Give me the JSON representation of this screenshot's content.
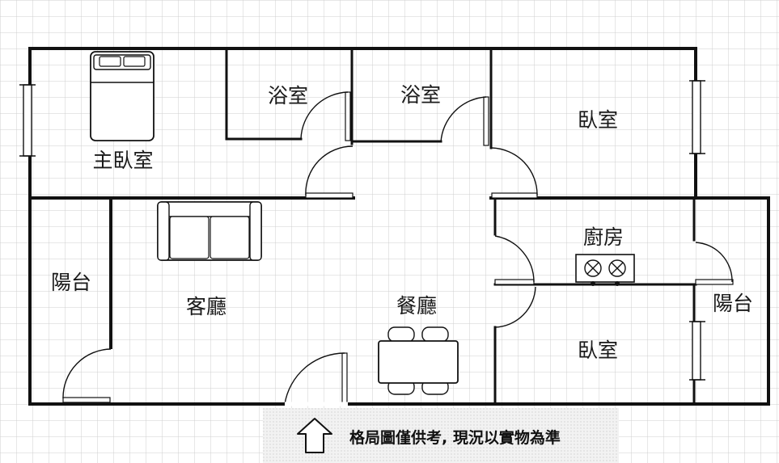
{
  "rooms": {
    "master_bedroom": "主臥室",
    "bath_1": "浴室",
    "bath_2": "浴室",
    "bedroom_top": "臥室",
    "balcony_left": "陽台",
    "living": "客廳",
    "dining": "餐廳",
    "kitchen": "廚房",
    "balcony_right": "陽台",
    "bedroom_bottom": "臥室"
  },
  "footer": {
    "note": "格局圖僅供考, 現況以實物為準"
  },
  "icons": [
    "entrance-arrow-icon",
    "bed-icon",
    "sofa-icon",
    "dining-table-icon",
    "stove-icon"
  ]
}
